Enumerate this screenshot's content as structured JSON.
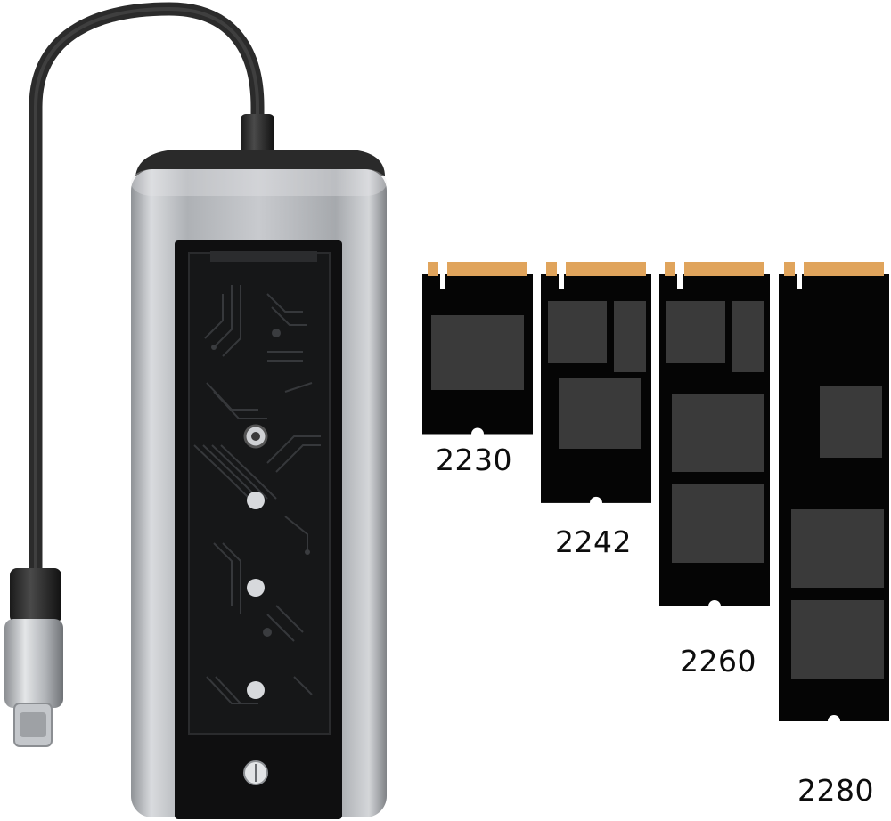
{
  "ssd_sizes": [
    {
      "label": "2230",
      "length_mm": 30
    },
    {
      "label": "2242",
      "length_mm": 42
    },
    {
      "label": "2260",
      "length_mm": 60
    },
    {
      "label": "2280",
      "length_mm": 80
    }
  ],
  "colors": {
    "background": "#ffffff",
    "pcb": "#050505",
    "chip": "#3a3a3a",
    "gold_contacts": "#e0a45c",
    "enclosure_silver": "#b9bcc0",
    "cable": "#2a2a2a",
    "label_text": "#0d0d0d"
  },
  "product_parts": {
    "cable": "usb-c-cable",
    "connector": "usb-c-plug",
    "enclosure": "m2-ssd-enclosure",
    "tray": "m2-slot-tray",
    "screw_posts": 4,
    "lock_screw": "screw-icon"
  }
}
